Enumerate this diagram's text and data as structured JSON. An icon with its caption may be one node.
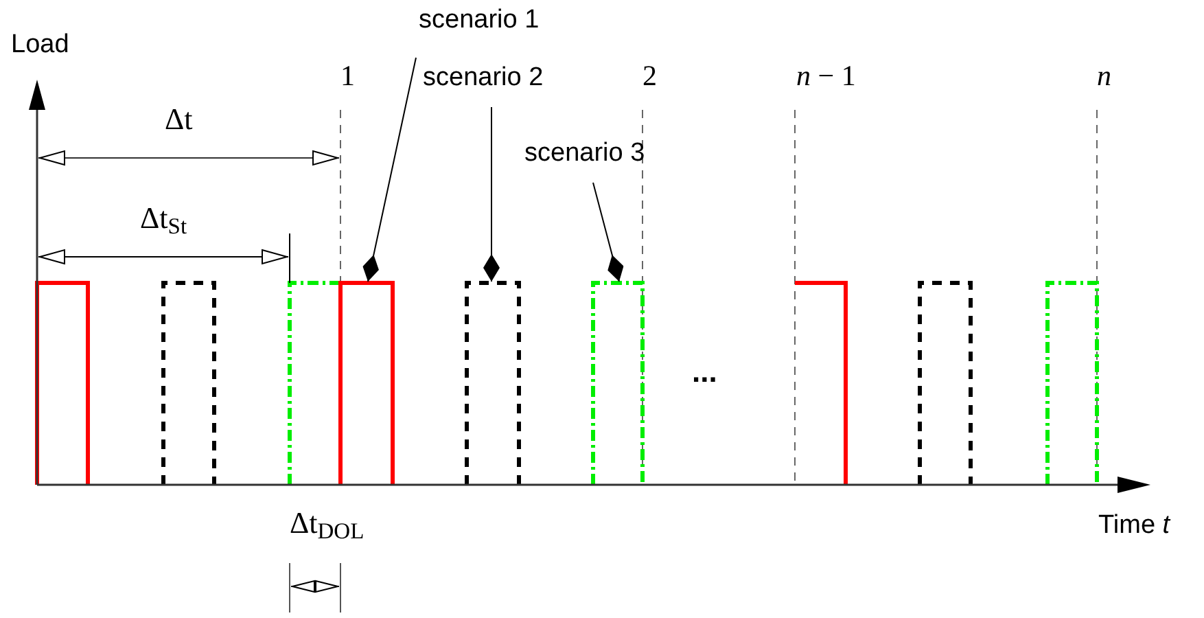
{
  "diagram": {
    "nodes": [
      {
        "text": [
          "scenario 1"
        ]
      },
      {
        "text": [
          "scenario 2"
        ]
      },
      {
        "text": [
          "scenario 3"
        ]
      },
      {
        "text": [],
        "shape": "bar"
      },
      {
        "text": [],
        "shape": "bar"
      },
      {
        "text": [],
        "shape": "bar"
      }
    ],
    "edges": [
      {
        "from": 0,
        "to": 3,
        "arrow": "other"
      },
      {
        "from": 1,
        "to": 4,
        "arrow": "other"
      },
      {
        "from": 2,
        "to": 5,
        "arrow": "other"
      }
    ],
    "labels": [
      "Load",
      "1",
      "2",
      "*n* − 1",
      "*n*",
      "Δt",
      "Δt$_{St}$",
      "...",
      "Δt$_{DOL}$",
      "Time *t*"
    ]
  }
}
